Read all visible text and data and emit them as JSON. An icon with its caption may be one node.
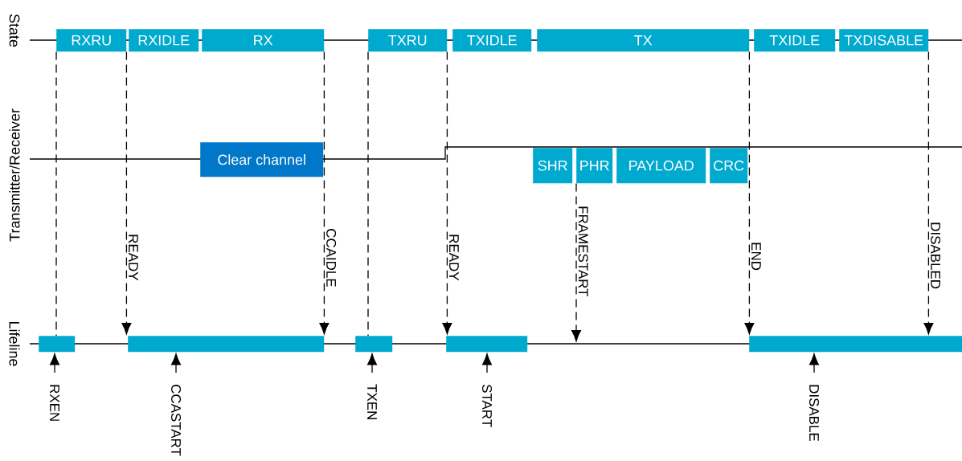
{
  "diagram": {
    "nodes": [
      {
        "text": [
          "RXRU"
        ]
      },
      {
        "text": [
          "RXIDLE"
        ]
      },
      {
        "text": [
          "RX"
        ]
      },
      {
        "text": [
          "TXRU"
        ]
      },
      {
        "text": [
          "TXIDLE"
        ]
      },
      {
        "text": [
          "TX"
        ]
      },
      {
        "text": [
          "TXIDLE"
        ]
      },
      {
        "text": [
          "TXDISABLE"
        ]
      },
      {
        "text": [
          "Clear channel"
        ]
      },
      {
        "text": [
          "SHR"
        ]
      },
      {
        "text": [
          "PHR"
        ]
      },
      {
        "text": [
          "PAYLOAD"
        ]
      },
      {
        "text": [
          "CRC"
        ]
      },
      {
        "text": [],
        "shape": "bar"
      },
      {
        "text": [],
        "shape": "bar"
      },
      {
        "text": [],
        "shape": "bar"
      },
      {
        "text": [],
        "shape": "bar"
      },
      {
        "text": [],
        "shape": "bar"
      },
      {
        "text": [
          "RXEN"
        ]
      },
      {
        "text": [
          "CCASTART"
        ]
      },
      {
        "text": [
          "TXEN"
        ]
      },
      {
        "text": [
          "START"
        ]
      },
      {
        "text": [
          "DISABLE"
        ]
      }
    ],
    "edges": [
      {
        "from": 0,
        "to": 13,
        "arrow": "none",
        "style": "dashed"
      },
      {
        "from": 0,
        "to": 14,
        "arrow": "to",
        "style": "dashed",
        "label": "READY"
      },
      {
        "from": 2,
        "to": 14,
        "arrow": "to",
        "style": "dashed",
        "label": "CCAIDLE"
      },
      {
        "from": 3,
        "to": 15,
        "arrow": "none",
        "style": "dashed"
      },
      {
        "from": 3,
        "to": 16,
        "arrow": "to",
        "style": "dashed",
        "label": "READY"
      },
      {
        "from": 10,
        "to": null,
        "arrow": "to",
        "style": "dashed",
        "label": "FRAMESTART"
      },
      {
        "from": 5,
        "to": 17,
        "arrow": "to",
        "style": "dashed",
        "label": "END"
      },
      {
        "from": 7,
        "to": 17,
        "arrow": "to",
        "style": "dashed",
        "label": "DISABLED"
      },
      {
        "from": 18,
        "to": 13,
        "arrow": "to"
      },
      {
        "from": 19,
        "to": 14,
        "arrow": "to"
      },
      {
        "from": 20,
        "to": 15,
        "arrow": "to"
      },
      {
        "from": 21,
        "to": 16,
        "arrow": "to"
      },
      {
        "from": 22,
        "to": 17,
        "arrow": "to"
      }
    ],
    "labels": [
      "State",
      "Transmitter/Receiver",
      "Lifeline"
    ]
  }
}
